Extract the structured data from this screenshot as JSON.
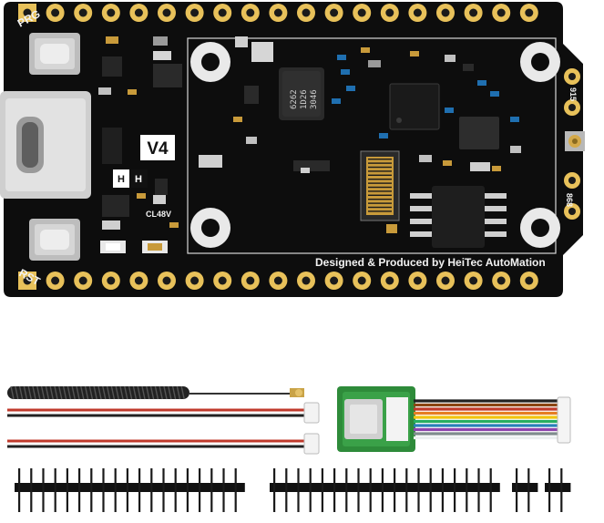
{
  "board": {
    "pcb_color": "#0d0d0d",
    "pad_color": "#e8c15a",
    "silkscreen_color": "#f2f2f2",
    "labels": {
      "prg": "PRG",
      "rst": "RST",
      "version": "V4",
      "designer": "Designed & Produced by HeiTec AutoMation",
      "chip_code": "CL48V",
      "h_mark": "H",
      "h_mark_2": "H",
      "edge_label_1": "915",
      "edge_label_2": "868",
      "chip_marking_1": "6262",
      "chip_marking_2": "1D26",
      "chip_marking_3": "3046"
    }
  },
  "accessories": {
    "antenna_color": "#222222",
    "wire_red": "#c0392b",
    "wire_black": "#222222",
    "ribbon_colors": [
      "#222222",
      "#8b4513",
      "#c0392b",
      "#e67e22",
      "#f1c40f",
      "#27ae60",
      "#2980b9",
      "#8e44ad",
      "#7f8c8d",
      "#ecf0f1"
    ],
    "gps_module_color": "#2e8b3a"
  }
}
